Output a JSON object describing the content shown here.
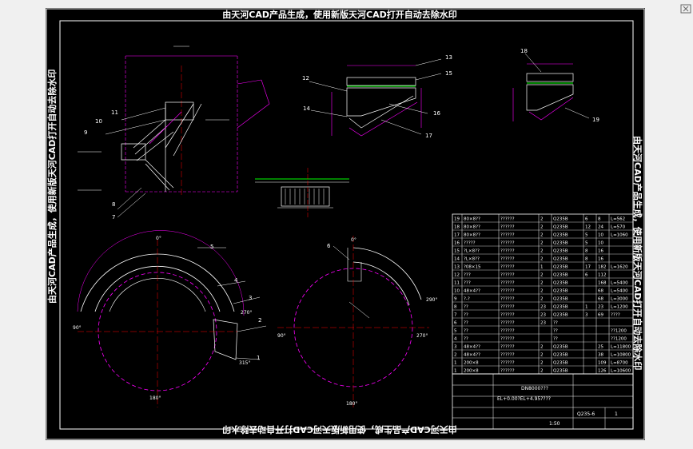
{
  "watermark_top": "由天河CAD产品生成，使用新版天河CAD打开自动去除水印",
  "watermark_bottom": "由天河CAD产品生成，使用新版天河CAD打开自动去除水印",
  "watermark_left": "由天河CAD产品生成，使用新版天河CAD打开自动去除水印",
  "watermark_right": "由天河CAD产品生成，使用新版天河CAD打开自动去除水印",
  "callouts": {
    "elevation": [
      "11",
      "10",
      "9",
      "8",
      "7"
    ],
    "section_a": [
      "12",
      "13",
      "14",
      "15",
      "16",
      "17"
    ],
    "section_b": [
      "18",
      "19"
    ],
    "plan_left": [
      "5",
      "4",
      "3",
      "2",
      "1"
    ],
    "plan_right": [
      "6"
    ]
  },
  "angles": {
    "left_top": "0°",
    "left_left": "90°",
    "left_bottom": "180°",
    "left_right_a": "270°",
    "left_right_b": "315°",
    "right_top": "0°",
    "right_left": "90°",
    "right_right": "270°",
    "right_bottom": "180°",
    "right_side": "290°"
  },
  "bom": {
    "rows": [
      {
        "no": "19",
        "spec": "80×8??",
        "name": "??????",
        "qty": "2",
        "mat": "Q235B",
        "w1": "6",
        "w2": "8",
        "note": "L=562"
      },
      {
        "no": "18",
        "spec": "80×8??",
        "name": "??????",
        "qty": "2",
        "mat": "Q235B",
        "w1": "12",
        "w2": "24",
        "note": "L=570"
      },
      {
        "no": "17",
        "spec": "80×8??",
        "name": "??????",
        "qty": "2",
        "mat": "Q235B",
        "w1": "5",
        "w2": "10",
        "note": "L=1060"
      },
      {
        "no": "16",
        "spec": "?????",
        "name": "??????",
        "qty": "2",
        "mat": "Q235B",
        "w1": "5",
        "w2": "10",
        "note": ""
      },
      {
        "no": "15",
        "spec": "?L×8??",
        "name": "??????",
        "qty": "2",
        "mat": "Q235B",
        "w1": "8",
        "w2": "16",
        "note": ""
      },
      {
        "no": "14",
        "spec": "?L×8??",
        "name": "??????",
        "qty": "2",
        "mat": "Q235B",
        "w1": "8",
        "w2": "16",
        "note": ""
      },
      {
        "no": "13",
        "spec": "?08×15",
        "name": "??????",
        "qty": "1",
        "mat": "Q235B",
        "w1": "17",
        "w2": "182",
        "note": "L=1620"
      },
      {
        "no": "12",
        "spec": "???",
        "name": "??????",
        "qty": "2",
        "mat": "Q235B",
        "w1": "6",
        "w2": "112",
        "note": ""
      },
      {
        "no": "11",
        "spec": "???",
        "name": "??????",
        "qty": "2",
        "mat": "Q235B",
        "w1": "",
        "w2": "168",
        "note": "L=5400"
      },
      {
        "no": "10",
        "spec": "48×4??",
        "name": "??????",
        "qty": "2",
        "mat": "Q235B",
        "w1": "",
        "w2": "68",
        "note": "L=5400"
      },
      {
        "no": "9",
        "spec": "?-?",
        "name": "??????",
        "qty": "2",
        "mat": "Q235B",
        "w1": "",
        "w2": "68",
        "note": "L=3000"
      },
      {
        "no": "8",
        "spec": "??",
        "name": "??????",
        "qty": "23",
        "mat": "Q235B",
        "w1": "1",
        "w2": "23",
        "note": "L=1200"
      },
      {
        "no": "7",
        "spec": "??",
        "name": "??????",
        "qty": "23",
        "mat": "Q235B",
        "w1": "3",
        "w2": "69",
        "note": "????"
      },
      {
        "no": "6",
        "spec": "??",
        "name": "??????",
        "qty": "23",
        "mat": "??",
        "w1": "",
        "w2": "",
        "note": ""
      },
      {
        "no": "5",
        "spec": "??",
        "name": "??????",
        "qty": "",
        "mat": "??",
        "w1": "",
        "w2": "",
        "note": "??1200"
      },
      {
        "no": "4",
        "spec": "??",
        "name": "??????",
        "qty": "",
        "mat": "??",
        "w1": "",
        "w2": "",
        "note": "??1200"
      },
      {
        "no": "3",
        "spec": "48×4??",
        "name": "??????",
        "qty": "2",
        "mat": "Q235B",
        "w1": "",
        "w2": "25",
        "note": "L=11800"
      },
      {
        "no": "2",
        "spec": "48×4??",
        "name": "??????",
        "qty": "2",
        "mat": "Q235B",
        "w1": "",
        "w2": "38",
        "note": "L=10800"
      },
      {
        "no": "1",
        "spec": "200×8",
        "name": "??????",
        "qty": "2",
        "mat": "Q235B",
        "w1": "",
        "w2": "109",
        "note": "L=8700"
      },
      {
        "no": "1",
        "spec": "200×8",
        "name": "??????",
        "qty": "2",
        "mat": "Q235B",
        "w1": "",
        "w2": "126",
        "note": "L=10600"
      }
    ]
  },
  "title_block": {
    "line1": "DN8000???",
    "line2": "EL+0.00?EL+4.95????",
    "drawing_no": "Q235-6",
    "sheet": "1",
    "scale": "1:50"
  },
  "colors": {
    "background": "#000000",
    "frame": "#ffffff",
    "dimension": "#ff00ff",
    "centerline": "#ff0000",
    "section": "#00ff00",
    "text": "#ffffff",
    "label": "#00ffff"
  }
}
